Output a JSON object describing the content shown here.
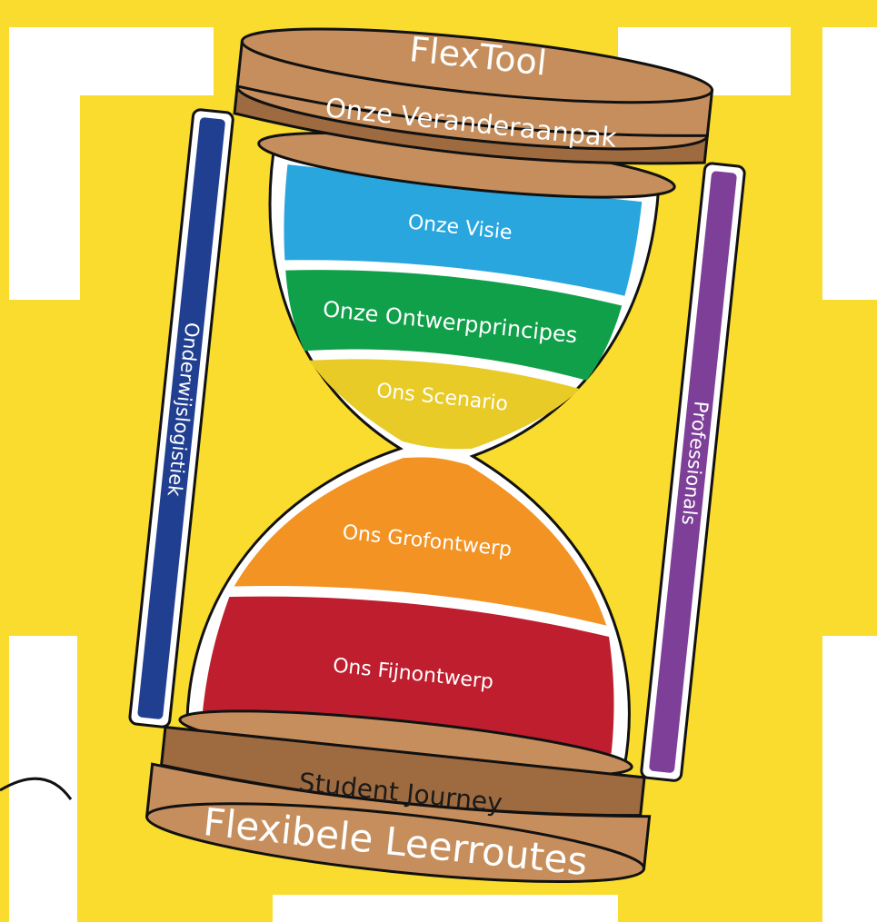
{
  "top_cap": {
    "title": "FlexTool",
    "subtitle": "Onze Veranderaanpak"
  },
  "bulb_layers": [
    {
      "label": "Onze Visie",
      "color": "#2aa6df"
    },
    {
      "label": "Onze Ontwerpprincipes",
      "color": "#10a04a"
    },
    {
      "label": "Ons Scenario",
      "color": "#e8cb27"
    },
    {
      "label": "Ons Grofontwerp",
      "color": "#f39324"
    },
    {
      "label": "Ons Fijnontwerp",
      "color": "#be1e2d"
    }
  ],
  "left_pillar": {
    "label": "Onderwijslogistiek",
    "color": "#213f91"
  },
  "right_pillar": {
    "label": "Professionals",
    "color": "#7d3f98"
  },
  "bottom_cap": {
    "subtitle": "Student Journey",
    "title": "Flexibele Leerroutes"
  },
  "colors": {
    "background": "#f9dc2d",
    "wood_light": "#c68e5c",
    "wood_dark": "#9e6a40"
  }
}
